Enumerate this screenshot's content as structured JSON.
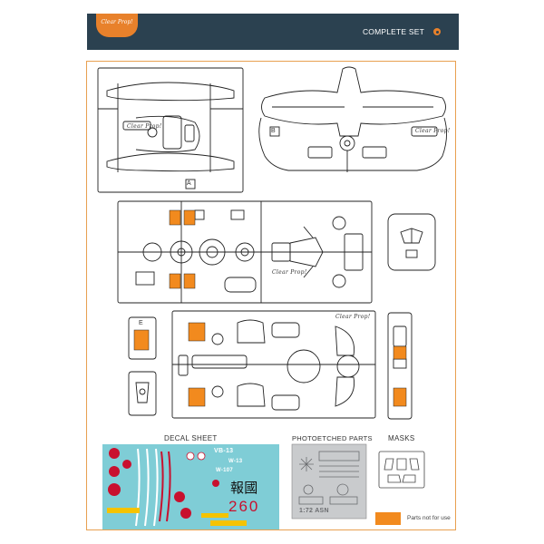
{
  "header": {
    "logo_text": "Clear Prop!",
    "title": "COMPLETE SET"
  },
  "sprues": {
    "brand_mark": "Clear Prop!",
    "a_letter": "A",
    "b_letter": "B",
    "e_letter": "E"
  },
  "sections": {
    "decal_sheet": "DECAL SHEET",
    "photoetched_parts": "PHOTOETCHED PARTS",
    "masks": "MASKS"
  },
  "decals": {
    "marking_1": "VB-13",
    "marking_2": "W-13",
    "marking_3": "W-107",
    "kanji": "報國",
    "number": "260"
  },
  "photoetch": {
    "scale_text": "1:72 ASN"
  },
  "legend": {
    "text": "Parts not for use"
  },
  "colors": {
    "header_bg": "#2b4150",
    "accent": "#e8812b",
    "not_for_use": "#f28a1e",
    "decal_bg": "#7fcdd6"
  }
}
